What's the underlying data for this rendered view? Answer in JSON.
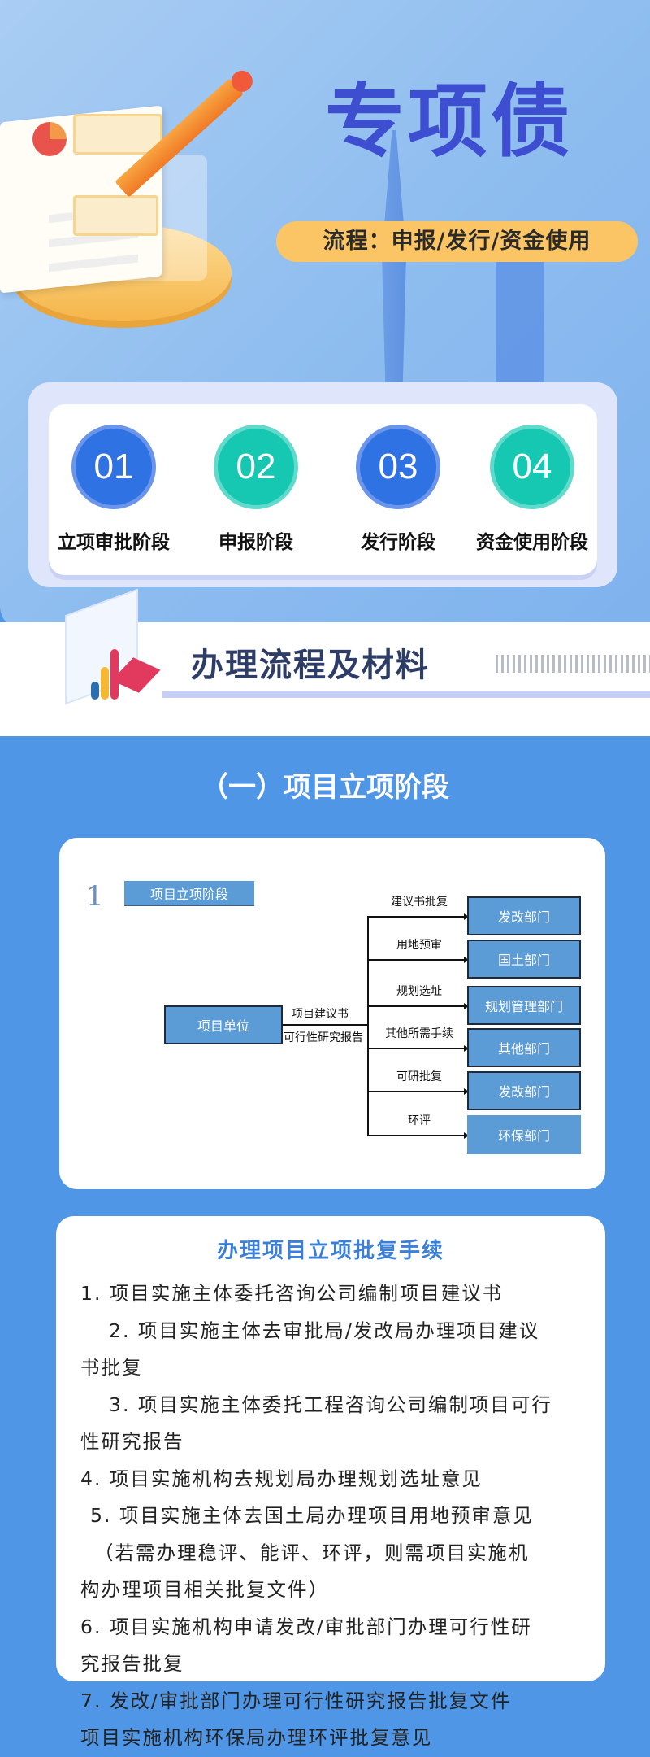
{
  "hero": {
    "title": "专项债",
    "subtitle": "流程：申报/发行/资金使用"
  },
  "stages": [
    {
      "number": "01",
      "label": "立项审批阶段",
      "color": "#2f72e4"
    },
    {
      "number": "02",
      "label": "申报阶段",
      "color": "#16c7b2"
    },
    {
      "number": "03",
      "label": "发行阶段",
      "color": "#2f72e4"
    },
    {
      "number": "04",
      "label": "资金使用阶段",
      "color": "#16c7b2"
    }
  ],
  "section_header": "办理流程及材料",
  "stage_title": "（一）项目立项阶段",
  "diagram": {
    "index": "1",
    "heading": "项目立项阶段",
    "source": "项目单位",
    "link_top": "项目建议书",
    "link_bottom": "可行性研究报告",
    "branches": [
      {
        "label": "建议书批复",
        "target": "发改部门"
      },
      {
        "label": "用地预审",
        "target": "国土部门"
      },
      {
        "label": "规划选址",
        "target": "规划管理部门"
      },
      {
        "label": "其他所需手续",
        "target": "其他部门"
      },
      {
        "label": "可研批复",
        "target": "发改部门"
      },
      {
        "label": "环评",
        "target": "环保部门"
      }
    ]
  },
  "procedures": {
    "title": "办理项目立项批复手续",
    "lines": [
      "1. 项目实施主体委托咨询公司编制项目建议书",
      "2. 项目实施主体去审批局/发改局办理项目建议",
      "书批复",
      "3. 项目实施主体委托工程咨询公司编制项目可行",
      "性研究报告",
      "4. 项目实施机构去规划局办理规划选址意见",
      "5. 项目实施主体去国土局办理项目用地预审意见",
      "（若需办理稳评、能评、环评，则需项目实施机",
      "构办理项目相关批复文件）",
      "6. 项目实施机构申请发改/审批部门办理可行性研",
      "究报告批复",
      "7. 发改/审批部门办理可行性研究报告批复文件",
      "项目实施机构环保局办理环评批复意见"
    ]
  },
  "colors": {
    "title": "#3d4fd0",
    "pill": "#fbc565",
    "section_bg": "#5096e6",
    "list_title": "#3b7fd9",
    "diagram_box": "#5b9bd6"
  }
}
